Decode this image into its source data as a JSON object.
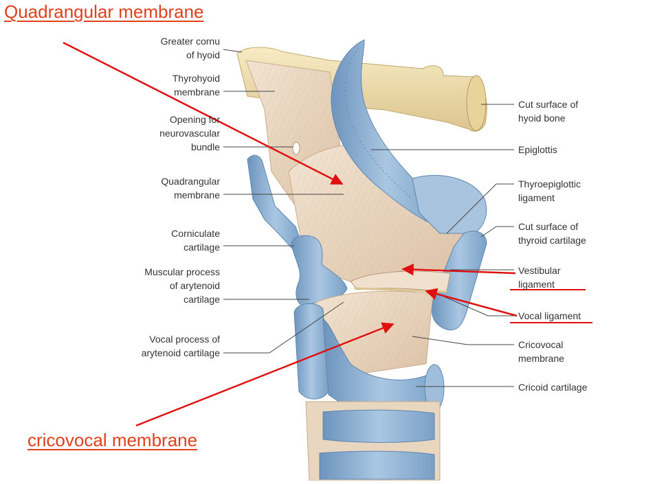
{
  "headings": {
    "top": "Quadrangular membrane",
    "bottom": "cricovocal membrane"
  },
  "labels_left": [
    {
      "line1": "Greater cornu",
      "line2": "of hyoid"
    },
    {
      "line1": "Thyrohyoid",
      "line2": "membrane"
    },
    {
      "line1": "Opening for",
      "line2": "neurovascular",
      "line3": "bundle"
    },
    {
      "line1": "Quadrangular",
      "line2": "membrane"
    },
    {
      "line1": "Corniculate",
      "line2": "cartilage"
    },
    {
      "line1": "Muscular process",
      "line2": "of arytenoid",
      "line3": "cartilage"
    },
    {
      "line1": "Vocal process of",
      "line2": "arytenoid cartilage"
    }
  ],
  "labels_right": [
    {
      "line1": "Cut surface of",
      "line2": "hyoid bone"
    },
    {
      "line1": "Epiglottis"
    },
    {
      "line1": "Thyroepiglottic",
      "line2": "ligament"
    },
    {
      "line1": "Cut surface of",
      "line2": "thyroid cartilage"
    },
    {
      "line1": "Vestibular",
      "line2": "ligament"
    },
    {
      "line1": "Vocal ligament"
    },
    {
      "line1": "Cricovocal",
      "line2": "membrane"
    },
    {
      "line1": "Cricoid cartilage"
    }
  ],
  "colors": {
    "accent_text": "#e0401a",
    "arrow": "#e01010",
    "cartilage": "#8fb3d3",
    "membrane": "#e9d6bf",
    "bone": "#efdcaa",
    "leader": "#444444"
  }
}
